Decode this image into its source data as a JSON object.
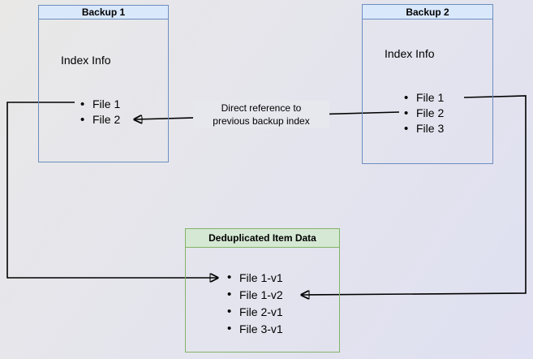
{
  "colors": {
    "bg_a": "#e9e8e7",
    "bg_b": "#e4e4ee",
    "bg_c": "#dfe0f1",
    "blue_fill": "#dae8fc",
    "blue_border": "#6c8ebf",
    "green_fill": "#d5e8d4",
    "green_border": "#82b366",
    "line": "#000000",
    "text": "#000000",
    "label_bg": "#e7e7ee"
  },
  "backup1": {
    "title": "Backup 1",
    "section_label": "Index Info",
    "items": [
      "File 1",
      "File 2"
    ]
  },
  "backup2": {
    "title": "Backup 2",
    "section_label": "Index Info",
    "items": [
      "File 1",
      "File 2",
      "File 3"
    ]
  },
  "dedup": {
    "title": "Deduplicated Item Data",
    "items": [
      "File 1-v1",
      "File 1-v2",
      "File 2-v1",
      "File 3-v1"
    ]
  },
  "connector_label": {
    "line1": "Direct reference to",
    "line2": "previous backup index"
  }
}
